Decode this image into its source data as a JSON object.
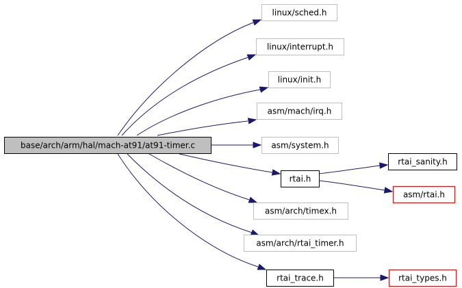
{
  "diagram": {
    "type": "include-dependency-graph",
    "colors": {
      "root_fill": "#bfbfbf",
      "root_border": "#000000",
      "documented_border": "#000000",
      "undocumented_border": "#bfbfbf",
      "truncated_border": "#ff0000",
      "edge": "#191970"
    },
    "root": {
      "id": "root",
      "label": "base/arch/arm/hal/mach-at91/at91-timer.c"
    },
    "nodes": [
      {
        "id": "linux-sched",
        "label": "linux/sched.h",
        "style": "undocumented"
      },
      {
        "id": "linux-interrupt",
        "label": "linux/interrupt.h",
        "style": "undocumented"
      },
      {
        "id": "linux-init",
        "label": "linux/init.h",
        "style": "undocumented"
      },
      {
        "id": "asm-mach-irq",
        "label": "asm/mach/irq.h",
        "style": "undocumented"
      },
      {
        "id": "asm-system",
        "label": "asm/system.h",
        "style": "undocumented"
      },
      {
        "id": "rtai",
        "label": "rtai.h",
        "style": "documented"
      },
      {
        "id": "asm-arch-timex",
        "label": "asm/arch/timex.h",
        "style": "undocumented"
      },
      {
        "id": "asm-arch-rtai-timer",
        "label": "asm/arch/rtai_timer.h",
        "style": "undocumented"
      },
      {
        "id": "rtai-trace",
        "label": "rtai_trace.h",
        "style": "documented"
      },
      {
        "id": "rtai-sanity",
        "label": "rtai_sanity.h",
        "style": "documented"
      },
      {
        "id": "asm-rtai",
        "label": "asm/rtai.h",
        "style": "truncated"
      },
      {
        "id": "rtai-types",
        "label": "rtai_types.h",
        "style": "truncated"
      }
    ],
    "edges": [
      {
        "from": "root",
        "to": "linux-sched"
      },
      {
        "from": "root",
        "to": "linux-interrupt"
      },
      {
        "from": "root",
        "to": "linux-init"
      },
      {
        "from": "root",
        "to": "asm-mach-irq"
      },
      {
        "from": "root",
        "to": "asm-system"
      },
      {
        "from": "root",
        "to": "rtai"
      },
      {
        "from": "root",
        "to": "asm-arch-timex"
      },
      {
        "from": "root",
        "to": "asm-arch-rtai-timer"
      },
      {
        "from": "root",
        "to": "rtai-trace"
      },
      {
        "from": "rtai",
        "to": "rtai-sanity"
      },
      {
        "from": "rtai",
        "to": "asm-rtai"
      },
      {
        "from": "rtai-trace",
        "to": "rtai-types"
      }
    ]
  }
}
